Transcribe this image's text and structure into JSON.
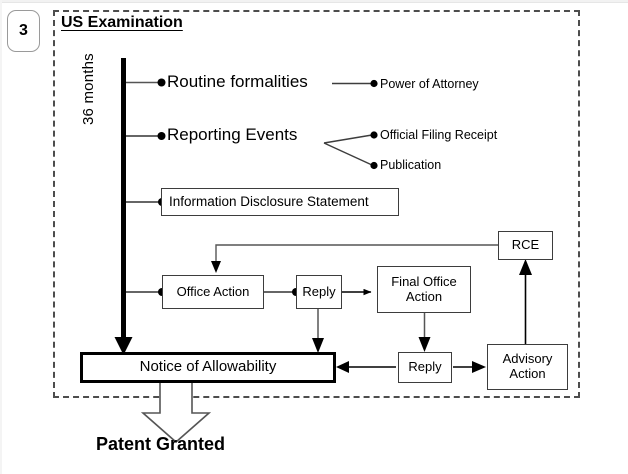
{
  "diagram": {
    "step_number": "3",
    "phase_title": "US Examination",
    "timeline_label": "36 months",
    "outcome_label": "Patent Granted",
    "milestones": [
      {
        "id": "routine-formalities",
        "label": "Routine formalities"
      },
      {
        "id": "reporting-events",
        "label": "Reporting Events"
      }
    ],
    "sub_items": [
      {
        "id": "power-of-attorney",
        "label": "Power of Attorney"
      },
      {
        "id": "official-filing-receipt",
        "label": "Official Filing Receipt"
      },
      {
        "id": "publication",
        "label": "Publication"
      }
    ],
    "nodes": [
      {
        "id": "information-disclosure-statement",
        "label": "Information Disclosure Statement"
      },
      {
        "id": "office-action",
        "label": "Office Action"
      },
      {
        "id": "reply-first",
        "label": "Reply"
      },
      {
        "id": "final-office-action",
        "label": "Final Office\nAction"
      },
      {
        "id": "rce",
        "label": "RCE"
      },
      {
        "id": "notice-of-allowability",
        "label": "Notice of Allowability"
      },
      {
        "id": "reply-second",
        "label": "Reply"
      },
      {
        "id": "advisory-action",
        "label": "Advisory\nAction"
      }
    ],
    "colors": {
      "line": "#3d3d3d",
      "timeline": "#000000",
      "box_border": "#3d3d3d",
      "emphasis_border": "#000000",
      "dashed_border": "#4d4d4d",
      "background": "#ffffff"
    }
  }
}
